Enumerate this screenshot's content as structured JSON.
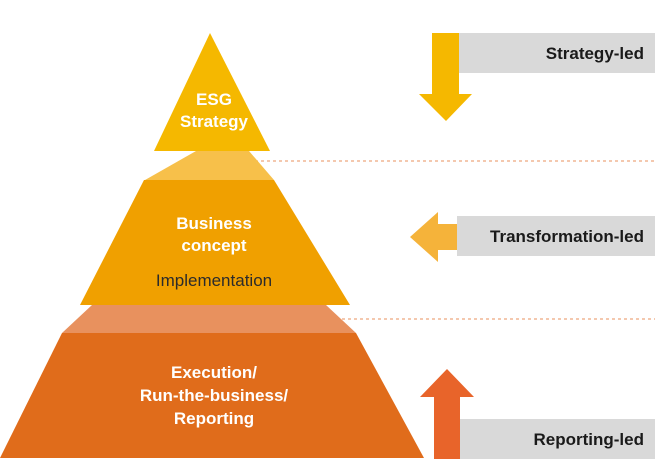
{
  "pyramid": {
    "top": {
      "line1": "ESG",
      "line2": "Strategy"
    },
    "middle": {
      "line1": "Business",
      "line2": "concept",
      "line3": "Implementation"
    },
    "bottom": {
      "line1": "Execution/",
      "line2": "Run-the-business/",
      "line3": "Reporting"
    }
  },
  "approaches": {
    "strategy": {
      "label": "Strategy-led",
      "arrow_direction": "down"
    },
    "transformation": {
      "label": "Transformation-led",
      "arrow_direction": "left"
    },
    "reporting": {
      "label": "Reporting-led",
      "arrow_direction": "up"
    }
  },
  "colors": {
    "top_tier": "#f5b800",
    "top_connector": "#f7c04a",
    "middle_tier": "#f0a000",
    "bottom_connector": "#e8915e",
    "bottom_tier": "#e06c1b",
    "strategy_arrow": "#f5b800",
    "transformation_arrow": "#f5b33a",
    "reporting_arrow": "#e8642a",
    "label_box": "#d9d9d9",
    "dashed_line": "#e8915e"
  }
}
